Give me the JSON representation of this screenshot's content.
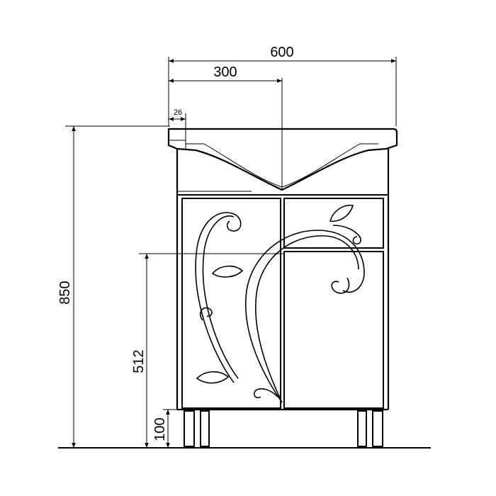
{
  "diagram": {
    "dimensions": {
      "overall_width": "600",
      "half_width": "300",
      "rim_offset": "26",
      "overall_height": "850",
      "door_height": "512",
      "leg_height": "100"
    },
    "colors": {
      "line": "#000000",
      "background": "#ffffff"
    }
  }
}
